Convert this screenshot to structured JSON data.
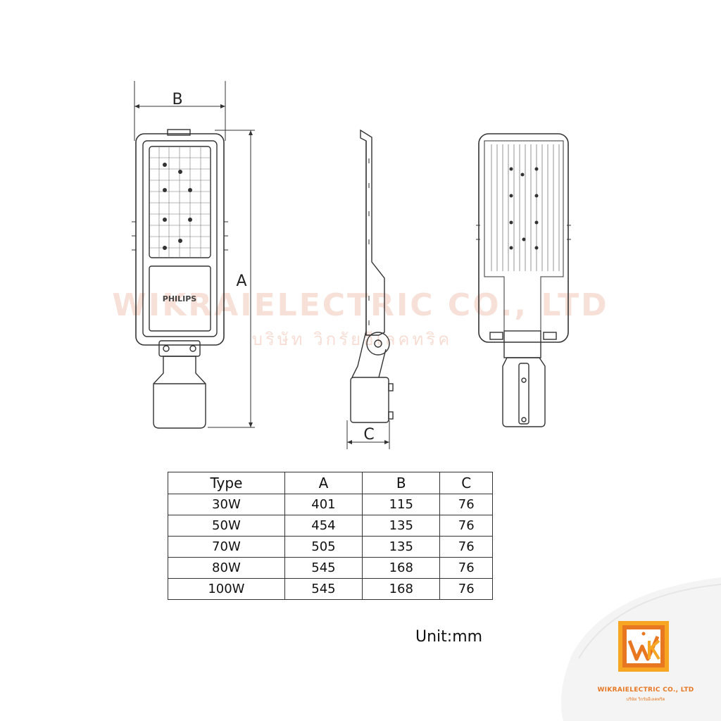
{
  "dimensions": {
    "a_label": "A",
    "b_label": "B",
    "c_label": "C"
  },
  "brand_on_fixture": "PHILIPS",
  "watermark": {
    "main": "WIKRAIELECTRIC CO., LTD",
    "sub": "บริษัท วิกรัยอีเลคทริค"
  },
  "table": {
    "headers": [
      "Type",
      "A",
      "B",
      "C"
    ],
    "rows": [
      [
        "30W",
        "401",
        "115",
        "76"
      ],
      [
        "50W",
        "454",
        "135",
        "76"
      ],
      [
        "70W",
        "505",
        "135",
        "76"
      ],
      [
        "80W",
        "545",
        "168",
        "76"
      ],
      [
        "100W",
        "545",
        "168",
        "76"
      ]
    ]
  },
  "unit": "Unit:mm",
  "logo": {
    "company": "WIKRAIELECTRIC CO., LTD",
    "sub": "บริษัท วิกรัยอีเลคทริค",
    "colors": {
      "accent": "#e87722",
      "accent_light": "#f6a623"
    }
  }
}
